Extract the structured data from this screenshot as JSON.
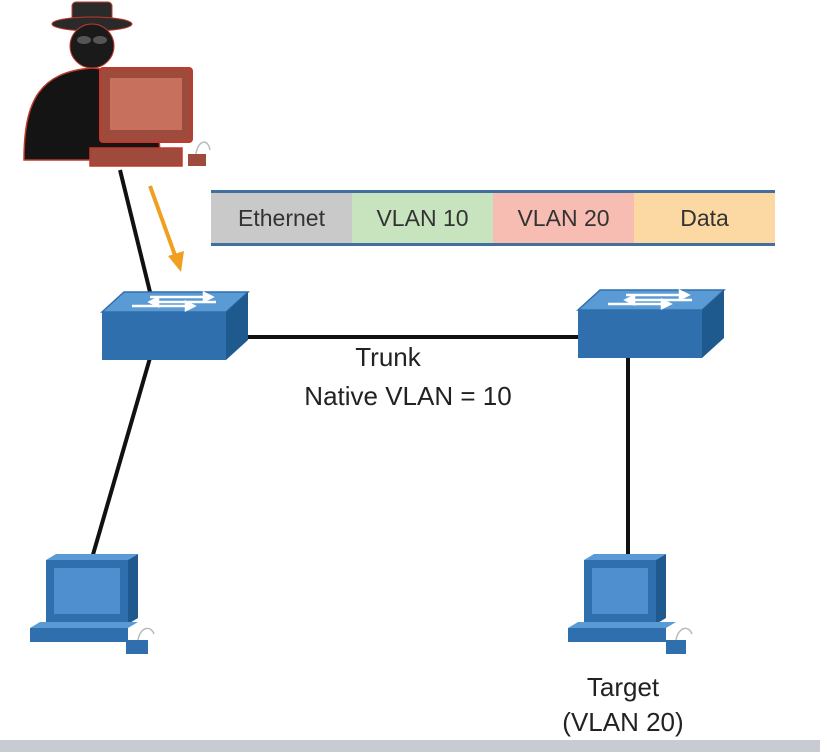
{
  "frame": {
    "segments": [
      {
        "label": "Ethernet",
        "color": "#c9c9c9"
      },
      {
        "label": "VLAN 10",
        "color": "#c8e4be"
      },
      {
        "label": "VLAN 20",
        "color": "#f8bdb2"
      },
      {
        "label": "Data",
        "color": "#fcd9a2"
      }
    ]
  },
  "link": {
    "trunk_label": "Trunk",
    "native_vlan_label": "Native VLAN = 10"
  },
  "target": {
    "label": "Target",
    "vlan_label": "(VLAN 20)"
  },
  "colors": {
    "device_blue": "#2f6fad",
    "device_light": "#5b9bd5",
    "attacker_orange": "#f0a020",
    "link_black": "#111111"
  }
}
